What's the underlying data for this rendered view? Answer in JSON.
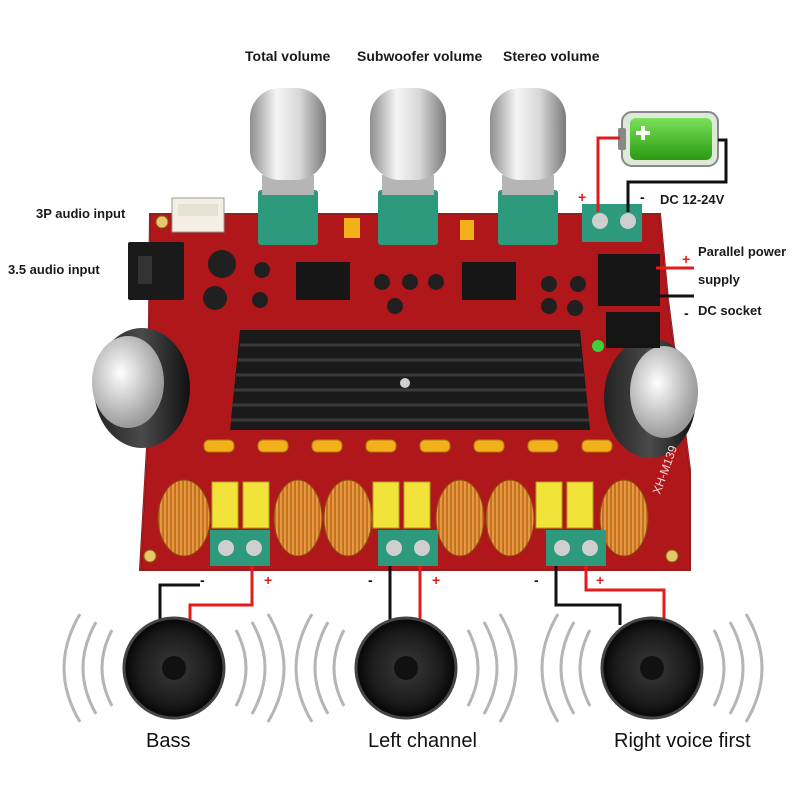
{
  "labels": {
    "total_volume": "Total volume",
    "subwoofer_volume": "Subwoofer volume",
    "stereo_volume": "Stereo volume",
    "audio_3p": "3P audio input",
    "audio_35": "3.5 audio input",
    "dc_range": "DC 12-24V",
    "parallel_power": "Parallel power",
    "supply": "supply",
    "dc_socket": "DC socket",
    "bass": "Bass",
    "left_channel": "Left channel",
    "right_voice": "Right voice first"
  },
  "polarity": {
    "plus": "+",
    "minus": "-"
  },
  "board_marking": "XH-M139",
  "colors": {
    "pcb": "#b0171b",
    "heatsink": "#1a1a1a",
    "wire_red": "#e31b1b",
    "wire_black": "#111111",
    "battery_green": "#3fbf1f",
    "pot_teal": "#2e9a7d",
    "inductor": "#c9701c",
    "capacitor_yellow": "#f2e33a"
  }
}
